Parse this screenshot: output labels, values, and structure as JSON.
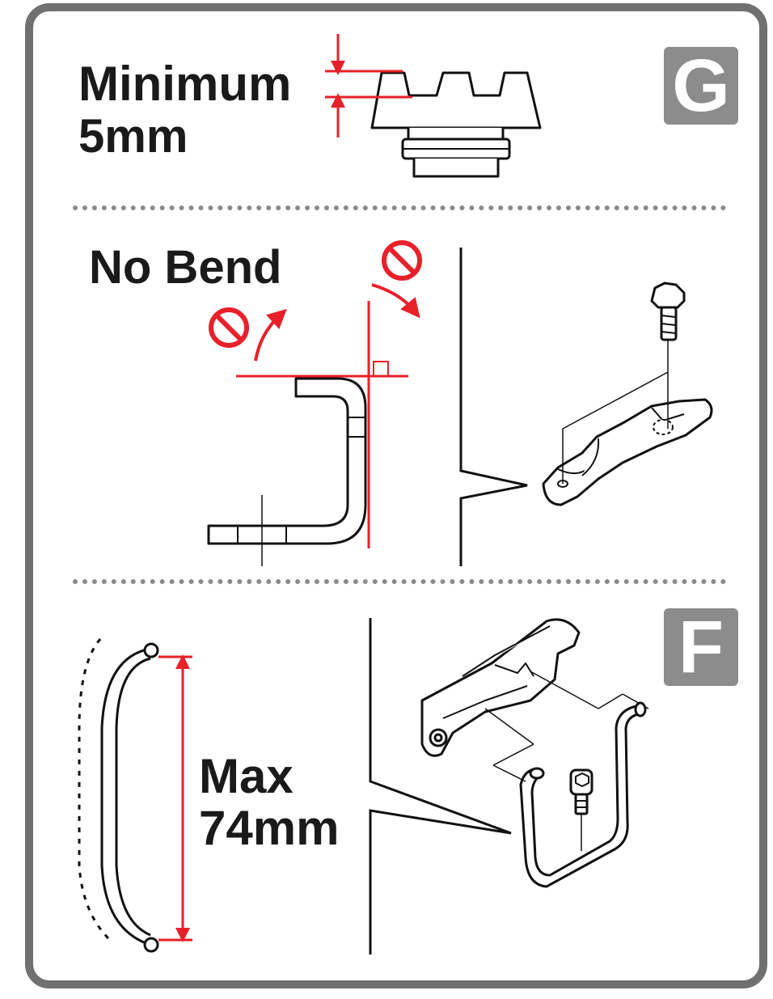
{
  "sections": {
    "top": {
      "label_line1": "Minimum",
      "label_line2": "5mm",
      "badge": "G",
      "icons": [
        "brake-pad-icon",
        "dimension-arrow-icon"
      ]
    },
    "middle": {
      "label": "No Bend",
      "icons": [
        "prohibited-icon",
        "bend-arrow-icon",
        "brake-shoe-bracket-icon",
        "bolt-icon",
        "brake-shoe-holder-icon"
      ]
    },
    "bottom": {
      "label_line1": "Max",
      "label_line2": "74mm",
      "badge": "F",
      "icons": [
        "brake-arch-icon",
        "caliper-arm-icon",
        "hex-bolt-icon"
      ]
    }
  },
  "colors": {
    "frame": "#707070",
    "badge": "#8c8c8c",
    "accent_red": "#e8202a",
    "ink": "#1a1a1a"
  }
}
